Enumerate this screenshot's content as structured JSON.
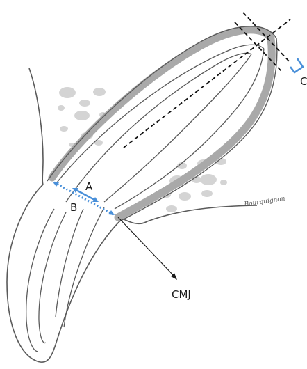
{
  "labels": {
    "a": "A",
    "b": "B",
    "c": "C",
    "cmj": "CMJ"
  },
  "signature_text": "Bourguignon",
  "colors": {
    "outline": "#5a5a5a",
    "dentin": "#a9a9a9",
    "bone_spots": "#d4d4d4",
    "measure_blue": "#4a90d9",
    "dashed_axis": "#111111",
    "label_text": "#1a1a1a"
  },
  "icons": {
    "arrow": "arrow-head",
    "signature": "artist-signature"
  }
}
